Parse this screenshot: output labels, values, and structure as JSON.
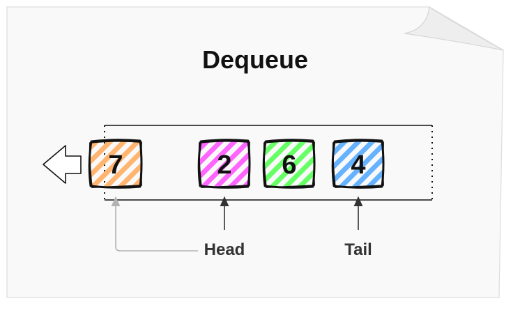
{
  "diagram": {
    "title": "Dequeue",
    "nodes": [
      {
        "id": "removed",
        "value": "7",
        "fill": "#ffb570",
        "hatch": "#ffb570"
      },
      {
        "id": "head",
        "value": "2",
        "fill": "#ff66ff",
        "hatch": "#ff66ff"
      },
      {
        "id": "middle",
        "value": "6",
        "fill": "#66ff66",
        "hatch": "#66ff66"
      },
      {
        "id": "tail",
        "value": "4",
        "fill": "#66b2ff",
        "hatch": "#66b2ff"
      }
    ],
    "labels": {
      "head": "Head",
      "tail": "Tail"
    },
    "colors": {
      "paper": "#f9f9f9",
      "paper_border": "#dddddd",
      "stroke": "#111111",
      "pointer_arrow": "#333333",
      "history_arrow": "#b3b3b3"
    },
    "icons": {
      "dequeue_direction": "arrow-left-icon",
      "page_corner": "folded-corner-icon"
    }
  }
}
